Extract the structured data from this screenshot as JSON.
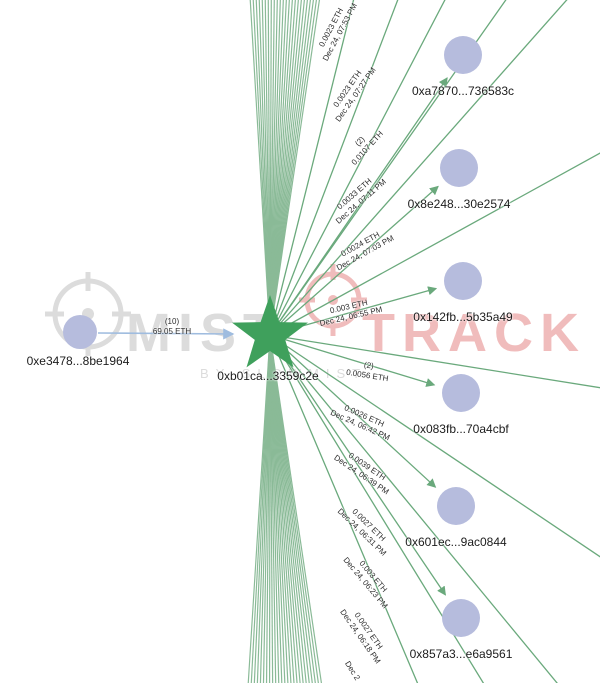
{
  "watermark": {
    "brand_left": "MIST",
    "brand_right": "TRACK",
    "byline": "BY SLOWMIST"
  },
  "nodes": {
    "source": {
      "address": "0xe3478...8be1964"
    },
    "center": {
      "address": "0xb01ca...3359c2e"
    },
    "targets": [
      {
        "address": "0xa7870...736583c"
      },
      {
        "address": "0x8e248...30e2574"
      },
      {
        "address": "0x142fb...5b35a49"
      },
      {
        "address": "0x083fb...70a4cbf"
      },
      {
        "address": "0x601ec...9ac0844"
      },
      {
        "address": "0x857a3...e6a9561"
      }
    ]
  },
  "source_edge": {
    "count": "(10)",
    "amount": "69.05 ETH"
  },
  "edge_labels": [
    {
      "line1": "0.0023 ETH",
      "line2": "Dec 24, 07:53 PM"
    },
    {
      "line1": "0.0023 ETH",
      "line2": "Dec 24, 07:27 PM"
    },
    {
      "line1": "(2)",
      "line2": "0.0107 ETH"
    },
    {
      "line1": "0.0033 ETH",
      "line2": "Dec 24, 07:11 PM"
    },
    {
      "line1": "0.0024 ETH",
      "line2": "Dec 24, 07:03 PM"
    },
    {
      "line1": "0.003 ETH",
      "line2": "Dec 24, 06:55 PM"
    },
    {
      "line1": "(2)",
      "line2": "0.0056 ETH"
    },
    {
      "line1": "0.0026 ETH",
      "line2": "Dec 24, 06:42 PM"
    },
    {
      "line1": "0.0039 ETH",
      "line2": "Dec 24, 06:39 PM"
    },
    {
      "line1": "0.0027 ETH",
      "line2": "Dec 24, 06:31 PM"
    },
    {
      "line1": "0.003 ETH",
      "line2": "Dec 24, 06:23 PM"
    },
    {
      "line1": "0.0027 ETH",
      "line2": "Dec 24, 06:18 PM"
    },
    {
      "line1": "Dec 2",
      "line2": ""
    }
  ],
  "colors": {
    "band_green": "#8aba97",
    "edge_green": "#6aa97c",
    "node_fill": "#b6bcdd",
    "star_fill": "#3fa05c",
    "source_edge_blue": "#9fbcdf",
    "watermark_gray": "#dcdcdc",
    "watermark_red": "#f0bcbc",
    "label_dark": "#2e2e2e"
  }
}
